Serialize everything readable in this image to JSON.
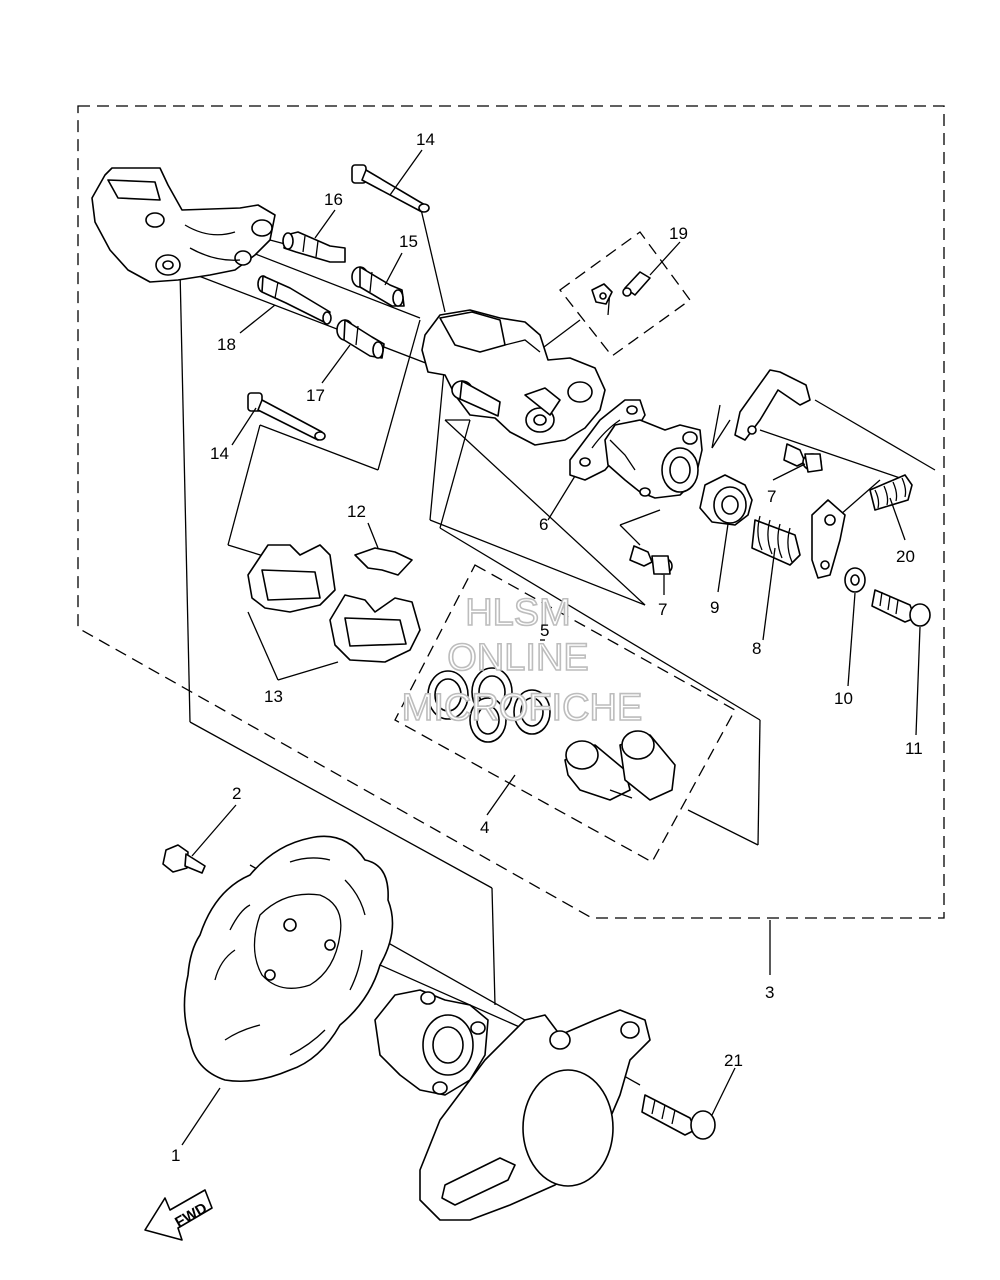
{
  "callouts": [
    "1",
    "2",
    "3",
    "4",
    "5",
    "6",
    "7",
    "8",
    "9",
    "10",
    "11",
    "12",
    "13",
    "14",
    "15",
    "16",
    "17",
    "18",
    "19",
    "20",
    "21"
  ],
  "watermark": {
    "line1": "HLSM",
    "line2": "ONLINE",
    "line3": "MICROFICHE"
  },
  "direction_badge": "FWD"
}
